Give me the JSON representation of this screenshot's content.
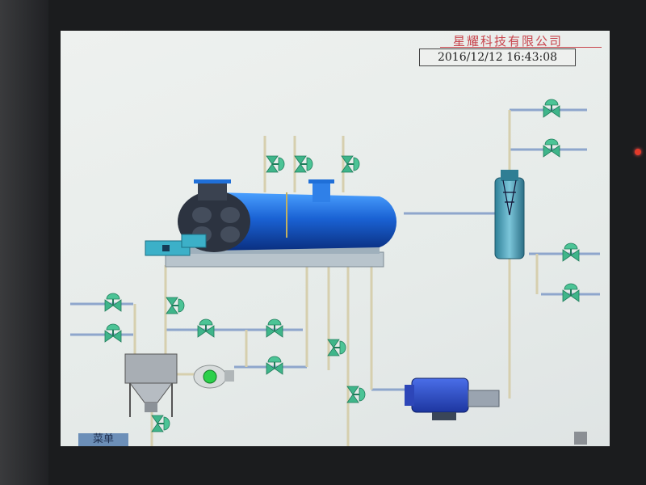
{
  "header": {
    "company": "星耀科技有限公司",
    "datetime": "2016/12/12 16:43:08"
  },
  "footer": {
    "menu_label": "菜单"
  },
  "colors": {
    "valve": "#3fb58a",
    "pipe_water": "#d6cfae",
    "pipe_steam": "#8ea6cc",
    "boiler": "#1f6fd8",
    "company_text": "#c8444c"
  }
}
